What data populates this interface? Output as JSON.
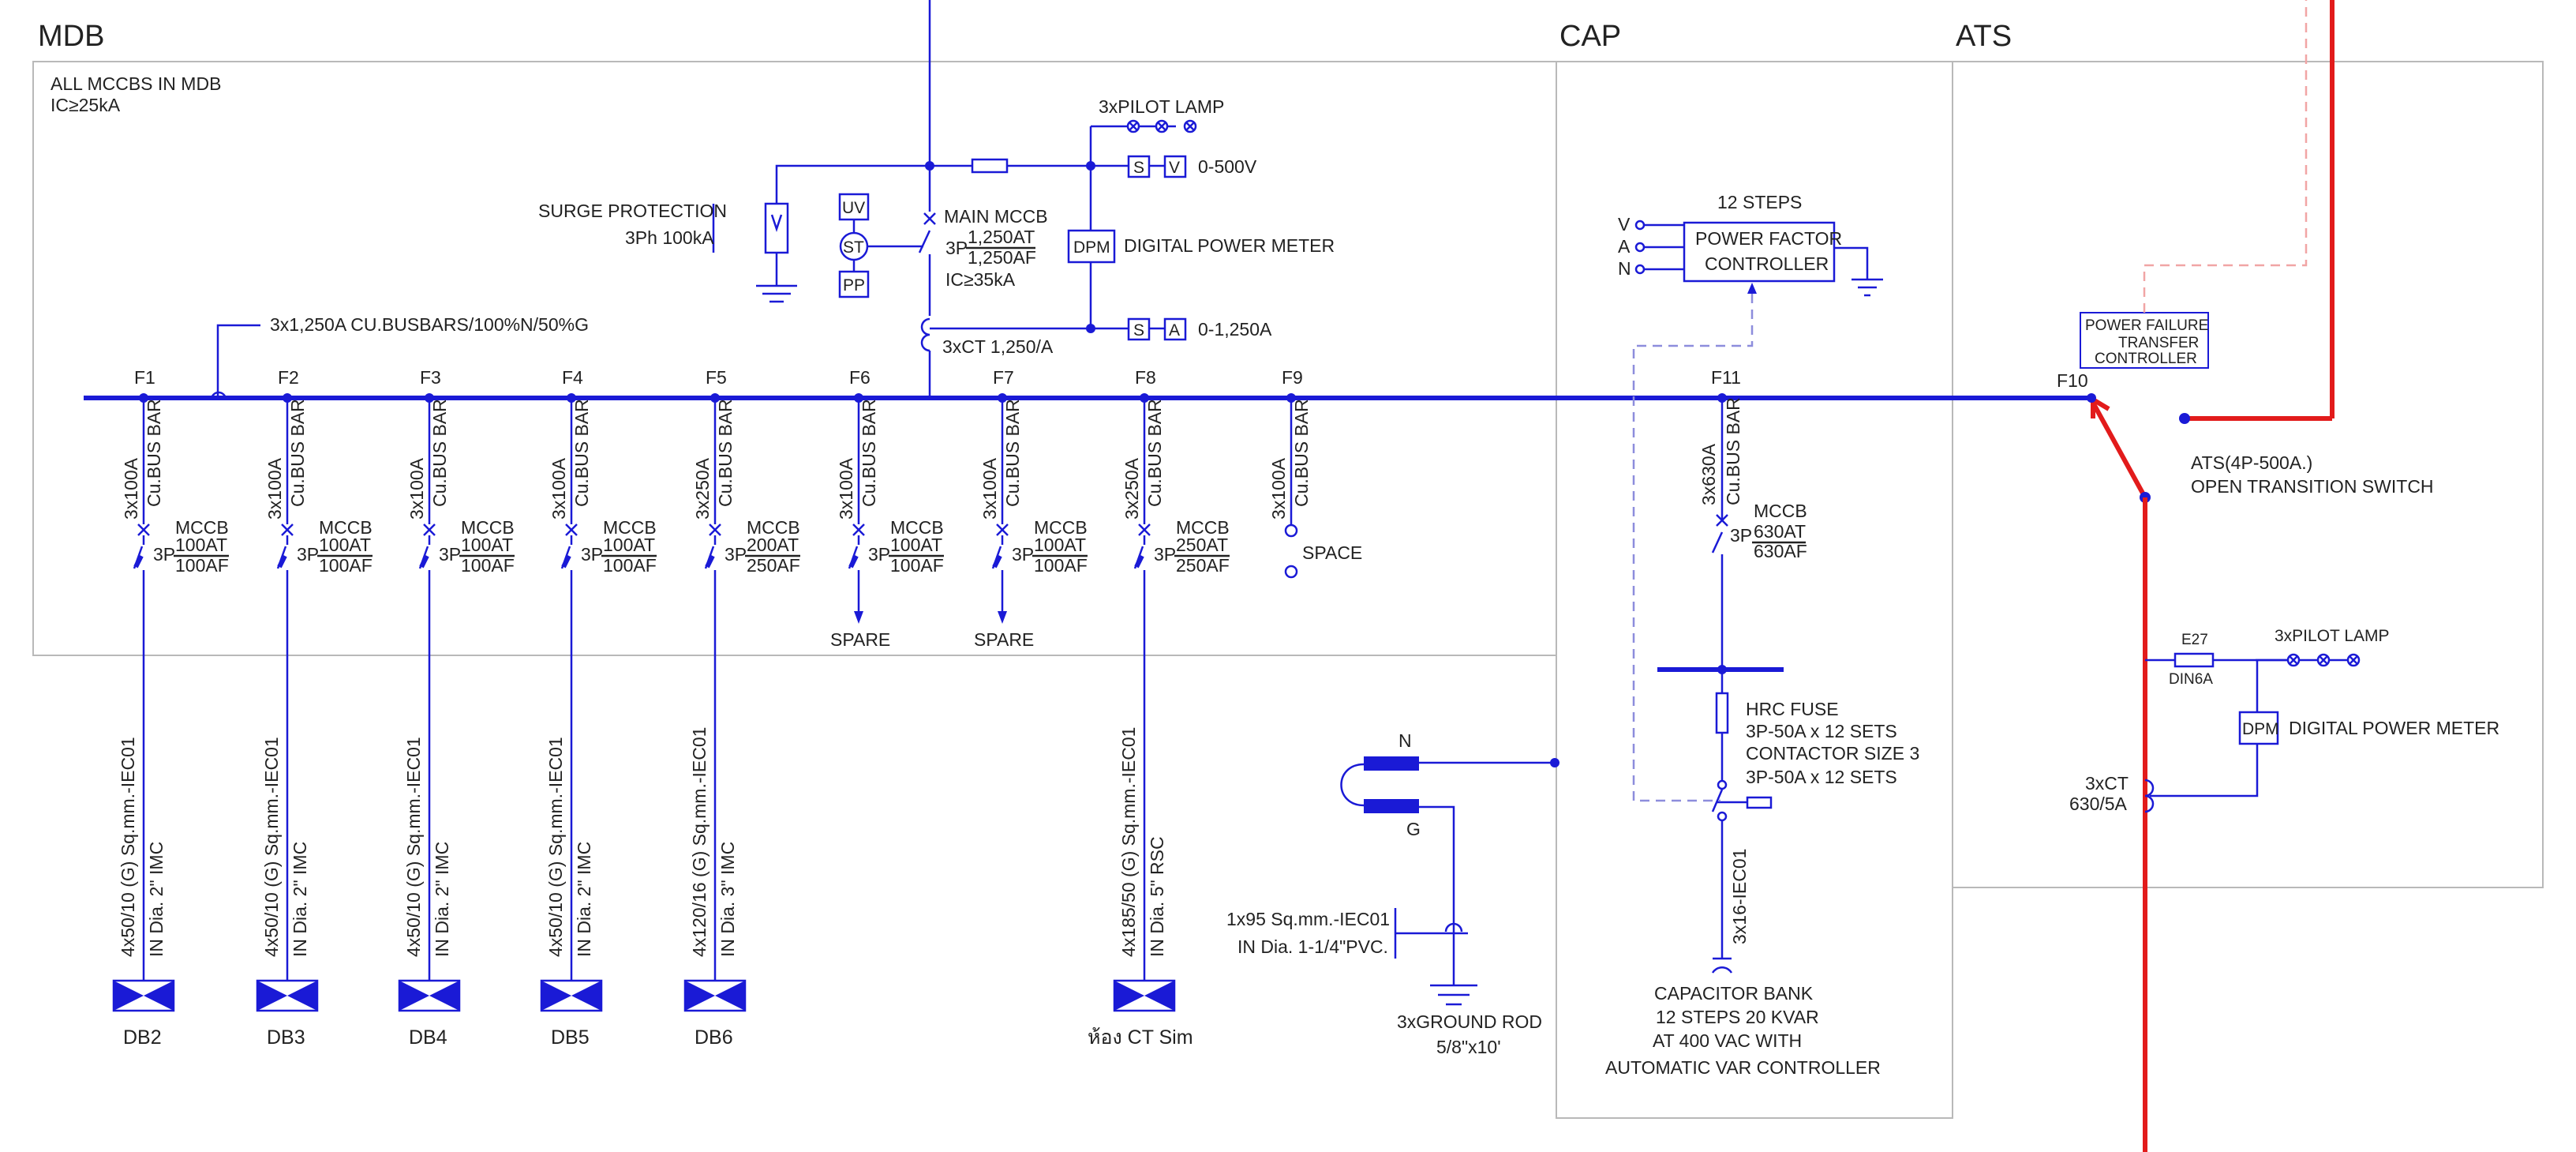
{
  "sections": {
    "mdb": "MDB",
    "cap": "CAP",
    "ats": "ATS"
  },
  "mdb_note": [
    "ALL MCCBS IN MDB",
    "IC≥25kA"
  ],
  "busbar_label": "3x1,250A CU.BUSBARS/100%N/50%G",
  "surge": {
    "label": "SURGE PROTECTION",
    "rating": "3Ph 100kA"
  },
  "relays": [
    "UV",
    "ST",
    "PP"
  ],
  "main_mccb": {
    "title": "MAIN  MCCB",
    "poles": "3P",
    "at": "1,250AT",
    "af": "1,250AF",
    "ic": "IC≥35kA"
  },
  "ct_main": "3xCT 1,250/A",
  "pilot_lamp": "3xPILOT LAMP",
  "meter": {
    "s": "S",
    "v": "V",
    "a": "A",
    "volt_range": "0-500V",
    "amp_range": "0-1,250A",
    "dpm": "DPM",
    "dpm_label": "DIGITAL POWER METER"
  },
  "feeders": [
    {
      "id": "F1",
      "rating": "3x100A",
      "bus": "Cu.BUS BAR",
      "type": "MCCB",
      "poles": "3P",
      "at": "100AT",
      "af": "100AF",
      "cable": "4x50/10 (G) Sq.mm.-IEC01",
      "conduit": "IN Dia. 2\" IMC",
      "load": "DB2"
    },
    {
      "id": "F2",
      "rating": "3x100A",
      "bus": "Cu.BUS BAR",
      "type": "MCCB",
      "poles": "3P",
      "at": "100AT",
      "af": "100AF",
      "cable": "4x50/10 (G) Sq.mm.-IEC01",
      "conduit": "IN Dia. 2\" IMC",
      "load": "DB3"
    },
    {
      "id": "F3",
      "rating": "3x100A",
      "bus": "Cu.BUS BAR",
      "type": "MCCB",
      "poles": "3P",
      "at": "100AT",
      "af": "100AF",
      "cable": "4x50/10 (G) Sq.mm.-IEC01",
      "conduit": "IN Dia. 2\" IMC",
      "load": "DB4"
    },
    {
      "id": "F4",
      "rating": "3x100A",
      "bus": "Cu.BUS BAR",
      "type": "MCCB",
      "poles": "3P",
      "at": "100AT",
      "af": "100AF",
      "cable": "4x50/10 (G) Sq.mm.-IEC01",
      "conduit": "IN Dia. 2\" IMC",
      "load": "DB5"
    },
    {
      "id": "F5",
      "rating": "3x250A",
      "bus": "Cu.BUS BAR",
      "type": "MCCB",
      "poles": "3P",
      "at": "200AT",
      "af": "250AF",
      "cable": "4x120/16 (G) Sq.mm.-IEC01",
      "conduit": "IN Dia. 3\" IMC",
      "load": "DB6"
    },
    {
      "id": "F6",
      "rating": "3x100A",
      "bus": "Cu.BUS BAR",
      "type": "MCCB",
      "poles": "3P",
      "at": "100AT",
      "af": "100AF",
      "spare": "SPARE"
    },
    {
      "id": "F7",
      "rating": "3x100A",
      "bus": "Cu.BUS BAR",
      "type": "MCCB",
      "poles": "3P",
      "at": "100AT",
      "af": "100AF",
      "spare": "SPARE"
    },
    {
      "id": "F8",
      "rating": "3x250A",
      "bus": "Cu.BUS BAR",
      "type": "MCCB",
      "poles": "3P",
      "at": "250AT",
      "af": "250AF",
      "cable": "4x185/50 (G) Sq.mm.-IEC01",
      "conduit": "IN Dia. 5\" RSC",
      "load": "ห้อง CT Sim"
    },
    {
      "id": "F9",
      "rating": "3x100A",
      "bus": "Cu.BUS BAR",
      "space": "SPACE"
    }
  ],
  "grounding": {
    "n": "N",
    "g": "G",
    "cable": "1x95 Sq.mm.-IEC01",
    "conduit": "IN Dia. 1-1/4\"PVC.",
    "rod": "3xGROUND ROD",
    "rod_size": "5/8\"x10'"
  },
  "cap": {
    "feeder": {
      "id": "F11",
      "rating": "3x630A",
      "bus": "Cu.BUS BAR",
      "type": "MCCB",
      "poles": "3P",
      "at": "630AT",
      "af": "630AF"
    },
    "steps": "12 STEPS",
    "pfc": [
      "POWER FACTOR",
      "CONTROLLER"
    ],
    "inputs": [
      "V",
      "A",
      "N"
    ],
    "fuse_spec": [
      "HRC FUSE",
      "3P-50A x 12 SETS",
      "CONTACTOR SIZE 3",
      "3P-50A x 12 SETS"
    ],
    "cable": "3x16-IEC01",
    "bank": [
      "CAPACITOR BANK",
      "12 STEPS 20 KVAR",
      "AT 400 VAC WITH",
      "AUTOMATIC VAR CONTROLLER"
    ]
  },
  "ats": {
    "controller": [
      "POWER FAILURE",
      "TRANSFER",
      "CONTROLLER"
    ],
    "feeder": "F10",
    "switch": [
      "ATS(4P-500A.)",
      "OPEN TRANSITION SWITCH"
    ],
    "fuse": "E27",
    "din": "DIN6A",
    "pilot": "3xPILOT LAMP",
    "dpm": "DPM",
    "dpm_label": "DIGITAL POWER METER",
    "ct": [
      "3xCT",
      "630/5A"
    ]
  }
}
